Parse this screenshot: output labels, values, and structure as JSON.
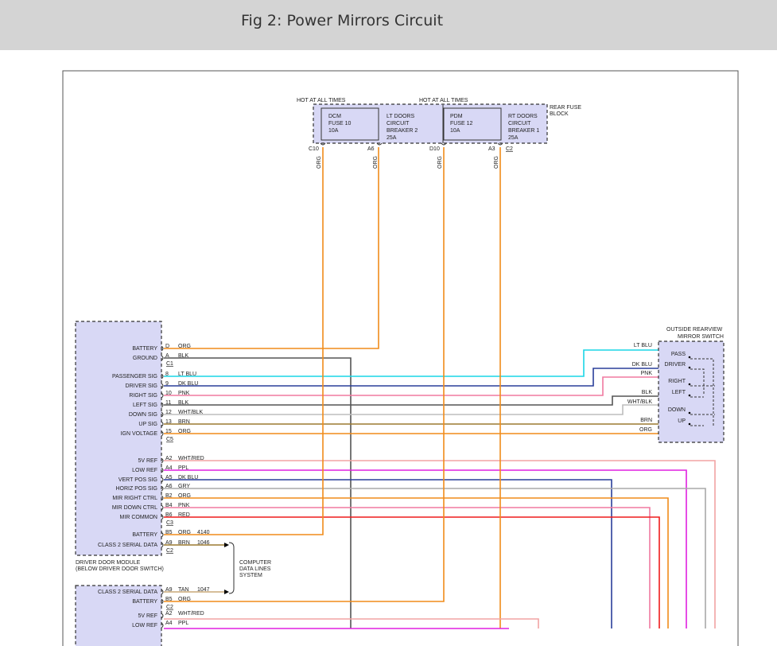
{
  "page": {
    "title": "Fig 2: Power Mirrors Circuit"
  },
  "colors": {
    "header_bg": "#d4d4d4",
    "component_fill": "#d8d8f5",
    "ORG": "#f08c1a",
    "LT BLU": "#1ad6e6",
    "DK BLU": "#2a3f9a",
    "PNK": "#f07aa0",
    "BLK": "#555555",
    "WHT/BLK": "#bdbdbd",
    "BRN": "#9c7a30",
    "WHT/RED": "#f2a3a3",
    "PPL": "#e020e0",
    "GRY": "#a8a8a8",
    "RED": "#ee1c1c",
    "TAN": "#c8a878"
  },
  "fuse_block": {
    "hot_left": "HOT AT ALL TIMES",
    "hot_right": "HOT AT ALL TIMES",
    "name": [
      "REAR FUSE",
      "BLOCK"
    ],
    "fuses": [
      [
        "DCM",
        "FUSE 10",
        "10A"
      ],
      [
        "LT DOORS",
        "CIRCUIT",
        "BREAKER 2",
        "25A"
      ],
      [
        "PDM",
        "FUSE 12",
        "10A"
      ],
      [
        "RT DOORS",
        "CIRCUIT",
        "BREAKER 1",
        "25A"
      ]
    ],
    "pins": [
      "C10",
      "A6",
      "D10",
      "A3"
    ],
    "connector": "C2",
    "wire_colors": [
      "ORG",
      "ORG",
      "ORG",
      "ORG"
    ]
  },
  "driver_module": {
    "name": [
      "DRIVER DOOR MODULE",
      "(BELOW DRIVER DOOR SWITCH)"
    ],
    "rows": [
      {
        "label": "BATTERY",
        "pin": "D",
        "wire": "ORG"
      },
      {
        "label": "GROUND",
        "pin": "A",
        "wire": "BLK",
        "connector": "C1"
      },
      {
        "label": "PASSENGER SIG",
        "pin": "8",
        "wire": "LT BLU"
      },
      {
        "label": "DRIVER SIG",
        "pin": "9",
        "wire": "DK BLU"
      },
      {
        "label": "RIGHT SIG",
        "pin": "10",
        "wire": "PNK"
      },
      {
        "label": "LEFT SIG",
        "pin": "11",
        "wire": "BLK"
      },
      {
        "label": "DOWN SIG",
        "pin": "12",
        "wire": "WHT/BLK"
      },
      {
        "label": "UP SIG",
        "pin": "13",
        "wire": "BRN"
      },
      {
        "label": "IGN VOLTAGE",
        "pin": "15",
        "wire": "ORG",
        "connector": "C5"
      },
      {
        "label": "5V REF",
        "pin": "A2",
        "wire": "WHT/RED"
      },
      {
        "label": "LOW REF",
        "pin": "A4",
        "wire": "PPL"
      },
      {
        "label": "VERT POS SIG",
        "pin": "A5",
        "wire": "DK BLU"
      },
      {
        "label": "HORIZ POS SIG",
        "pin": "A6",
        "wire": "GRY"
      },
      {
        "label": "MIR RIGHT CTRL",
        "pin": "B2",
        "wire": "ORG"
      },
      {
        "label": "MIR DOWN CTRL",
        "pin": "B4",
        "wire": "PNK"
      },
      {
        "label": "MIR COMMON",
        "pin": "B6",
        "wire": "RED",
        "connector": "C3"
      },
      {
        "label": "BATTERY",
        "pin": "B5",
        "wire": "ORG",
        "circuit": "4140"
      },
      {
        "label": "CLASS 2 SERIAL DATA",
        "pin": "A9",
        "wire": "BRN",
        "circuit": "1046",
        "connector": "C2"
      }
    ]
  },
  "mirror_switch": {
    "name": [
      "OUTSIDE REARVIEW",
      "MIRROR SWITCH"
    ],
    "positions": [
      "PASS",
      "DRIVER",
      "RIGHT",
      "LEFT",
      "DOWN",
      "UP"
    ],
    "wire_labels": [
      "LT BLU",
      "DK BLU",
      "PNK",
      "BLK",
      "WHT/BLK",
      "BRN",
      "ORG"
    ]
  },
  "data_lines": [
    "COMPUTER",
    "DATA LINES",
    "SYSTEM"
  ],
  "passenger_module": {
    "rows": [
      {
        "label": "CLASS 2 SERIAL DATA",
        "pin": "A9",
        "wire": "TAN",
        "circuit": "1047"
      },
      {
        "label": "BATTERY",
        "pin": "B5",
        "wire": "ORG",
        "connector": "C2"
      },
      {
        "label": "5V REF",
        "pin": "A2",
        "wire": "WHT/RED"
      },
      {
        "label": "LOW REF",
        "pin": "A4",
        "wire": "PPL"
      }
    ]
  }
}
